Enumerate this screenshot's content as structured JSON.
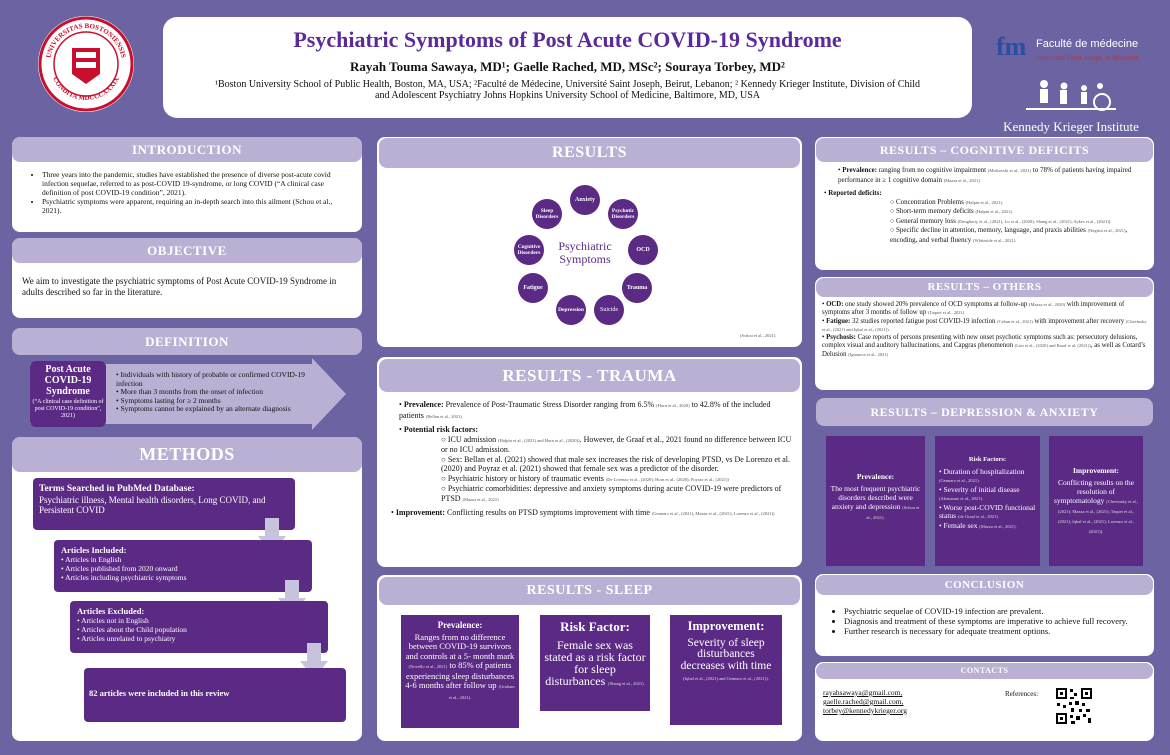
{
  "title": "Psychiatric Symptoms of Post Acute COVID-19 Syndrome",
  "authors": "Rayah Touma Sawaya, MD¹; Gaelle Rached, MD, MSc²; Souraya Torbey, MD²",
  "affiliations1": "¹Boston University School of Public Health, Boston, MA, USA; ²Faculté de Médecine, Université Saint Joseph, Beirut, Lebanon; ² Kennedy Krieger Institute, Division of Child",
  "affiliations2": "and Adolescent Psychiatry Johns Hopkins University School of Medicine, Baltimore, MD, USA",
  "seal": {
    "top": "UNIVERSITAS BOSTONIENSIS",
    "bottom": "CONDITA MDCCCXXXIX"
  },
  "logos": {
    "fm": "Faculté de médecine",
    "fm_sub": "Université Saint-Joseph de Beyrouth",
    "kki": "Kennedy Krieger Institute"
  },
  "intro": {
    "heading": "INTRODUCTION",
    "items": [
      "Three years into the pandemic, studies have established the presence of diverse post-acute covid infection sequelae, referred to as post-COVID 19-syndrome, or long COVID (“A clinical case definition of post COVID-19 condition”, 2021).",
      "Psychiatric symptoms were apparent, requiring an in-depth search into this ailment (Schou et al., 2021)."
    ]
  },
  "objective": {
    "heading": "OBJECTIVE",
    "text": "We aim to investigate the psychiatric symptoms of Post Acute COVID-19 Syndrome in adults described so far in the literature."
  },
  "definition": {
    "heading": "DEFINITION",
    "box_title": "Post Acute COVID-19 Syndrome",
    "box_cite": "(“A clinical case definition of post COVID-19 condition”, 2021)",
    "items": [
      "Individuals with history of probable or confirmed COVID-19 infection",
      "More than 3 months from the onset of infection",
      "Symptoms lasting for ≥ 2 months",
      "Symptoms cannot be explained by an alternate diagnosis"
    ]
  },
  "methods": {
    "heading": "METHODS",
    "terms_title": "Terms Searched in PubMed Database:",
    "terms_text": "Psychiatric illness, Mental health disorders, Long COVID, and Persistent COVID",
    "included_title": "Articles Included:",
    "included": [
      "Articles in English",
      "Articles published from 2020 onward",
      "Articles including psychiatric symptoms"
    ],
    "excluded_title": "Articles Excluded:",
    "excluded": [
      "Articles not in English",
      "Articles about the Child population",
      "Articles unrelated to psychiatry"
    ],
    "final": "82 articles were included in this review"
  },
  "results": {
    "heading": "RESULTS",
    "center": "Psychiatric Symptoms",
    "nodes": [
      "Anxiety",
      "Psychotic Disorders",
      "OCD",
      "Trauma",
      "Suicide",
      "Depression",
      "Fatigue",
      "Cognitive Disorders",
      "Sleep Disorders"
    ],
    "cite": "(Schou et al., 2021)."
  },
  "trauma": {
    "heading": "RESULTS - TRAUMA",
    "prev_label": "Prevalence:",
    "prev_text": "Prevalence of Post-Traumatic Stress Disorder ranging from 6.5%",
    "prev_cite1": "(Horn et al., 2020)",
    "prev_text2": "to 42.8% of the included patients",
    "prev_cite2": "(Bellan et al., 2021).",
    "risk_label": "Potential risk factors:",
    "icu": "ICU admission",
    "icu_cite": "(Halpin et al., (2021) and Horn et al., (2020))",
    "icu_text": ". However, de Graaf et al., 2021 found no difference between ICU or no ICU admission.",
    "sex": "Sex: Bellan et al. (2021) showed that male sex increases the risk of developing PTSD, vs De Lorenzo et al. (2020) and Poyraz et al. (2021) showed that female sex was a predictor of the disorder.",
    "hist": "Psychiatric history or history of traumatic events",
    "hist_cite": "(De Lorenzo et al., (2020); Horn et al., (2020); Poyraz et al., (2021))",
    "comorb": "Psychiatric comorbidities: depressive and anxiety symptoms during acute COVID-19 were predictors of PTSD",
    "comorb_cite": "(Mazza et al., 2021)",
    "impr_label": "Improvement:",
    "impr_text": "Conflicting results on PTSD symptoms improvement with time",
    "impr_cite": "(Gennaro et al., (2021); Mazza et al., (2021); Lorenzo et al., (2021))"
  },
  "sleep": {
    "heading": "RESULTS - SLEEP",
    "prev_label": "Prevalence:",
    "prev_text": "Ranges from no difference between COVID-19 survivors and controls at a 5- month mark",
    "prev_cite": "(Novello et al., 2021)",
    "prev_text2": "to 85% of patients experiencing sleep disturbances 4-6 months after follow up",
    "prev_cite2": "(Graham et al., 2021).",
    "risk_label": "Risk Factor:",
    "risk_text": "Female sex was stated as a risk factor for sleep disturbances",
    "risk_cite": "(Shang et al., 2021).",
    "impr_label": "Improvement:",
    "impr_text": "Severity of sleep disturbances decreases with time",
    "impr_cite": "(Iqbal et al., (2021) and Gennaro et al., (2021))."
  },
  "cognitive": {
    "heading": "RESULTS – COGNITIVE DEFICITS",
    "prev_label": "Prevalence:",
    "prev_text": "ranging from no cognitive impairment",
    "prev_cite": "(Miskovski et al., 2021)",
    "prev_text2": "to 78% of patients having impaired performance in ≥ 1 cognitive domain",
    "prev_cite2": "(Mazza et al., 2021).",
    "def_label": "Reported deficits:",
    "deficits": [
      {
        "t": "Concentration Problems",
        "c": "(Halpin et al., 2021)."
      },
      {
        "t": "Short-term memory deficits",
        "c": "(Halpin et al., 2021)."
      },
      {
        "t": "General memory loss",
        "c": "(Daugherty et al., (2021); Lu et al., (2020); Shang et al., (2021); Sykes et al., (2021))."
      },
      {
        "t": "Specific decline in attention, memory, language, and praxis abilities",
        "c": "(Negrini et al., 2021)",
        "t2": ", encoding, and verbal fluency",
        "c2": "(Whiteside et al., 2021)."
      }
    ]
  },
  "others": {
    "heading": "RESULTS – OTHERS",
    "ocd_label": "OCD:",
    "ocd_text": "one study showed 20% prevalence of OCD symptoms at follow-up",
    "ocd_cite": "(Mazza et al., 2020)",
    "ocd_text2": "with improvement of symptoms after 3 months of follow up",
    "ocd_cite2": "(Taquet et al., 2021).",
    "fat_label": "Fatigue:",
    "fat_text": "32 studies reported fatigue post COVID-19 infection",
    "fat_cite": "(Ceban et al., 2021)",
    "fat_text2": "with improvement after recovery",
    "fat_cite2": "(Chevinsky et al., (2021) and Iqbal et al., (2021)).",
    "psy_label": "Psychosis:",
    "psy_text": "Case reports of persons presenting with new onset psychotic symptoms such as: persecutory delusions, complex visual and auditory hallucinations, and Capgras phenomenon",
    "psy_cite": "(Lim et al., (2020) and Baral et al. (2021))",
    "psy_text2": ", as well as Cotard’s Delusion",
    "psy_cite2": "(Ignatova et al., 2021)"
  },
  "depression": {
    "heading": "RESULTS – DEPRESSION & ANXIETY",
    "prev_label": "Prevalence:",
    "prev_text": "The most frequent psychiatric disorders described were anxiety and depression",
    "prev_cite": "(Schou et al., 2021).",
    "risk_label": "Risk Factors:",
    "risks": [
      {
        "t": "Duration of hospitalization",
        "c": "(Gennaro et al., 2021)."
      },
      {
        "t": "Severity of initial disease",
        "c": "(Alemanno et al., 2021)."
      },
      {
        "t": "Worse post-COVID functional status",
        "c": "(de Graaf et al., 2021)."
      },
      {
        "t": "Female sex",
        "c": "(Mazza et al., 2021)."
      }
    ],
    "impr_label": "Improvement:",
    "impr_text": "Conflicting results on the resolution of symptomatology",
    "impr_cite": "(Chevinsky et al., (2021); Mazza et al., (2021); Taquet et al., (2021); Iqbal et al., (2021); Lorenzo et al., (2021))."
  },
  "conclusion": {
    "heading": "CONCLUSION",
    "items": [
      "Psychiatric sequelae of COVID-19 infection are prevalent.",
      "Diagnosis and treatment of these symptoms are imperative to achieve full recovery.",
      "Further research is necessary for adequate treatment options."
    ]
  },
  "contacts": {
    "heading": "CONTACTS",
    "emails": [
      "rayahsawaya@gmail.com,",
      "gaelle.rached@gmail.com,",
      "torbey@kennedykrieger.org"
    ],
    "refs": "References:"
  }
}
